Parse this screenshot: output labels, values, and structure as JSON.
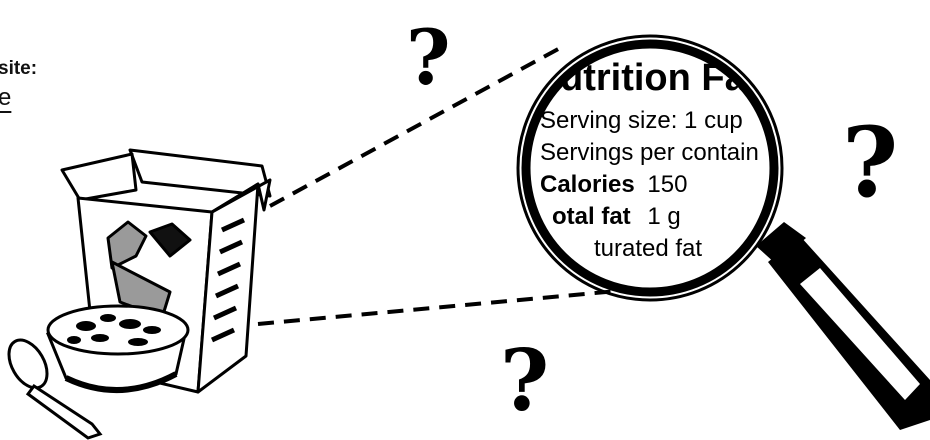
{
  "website": {
    "label": "site:",
    "link": "e"
  },
  "question_marks": [
    "?",
    "?",
    "?"
  ],
  "nutrition_label": {
    "title": "utrition Fact",
    "serving_size": "Serving size: 1 cup",
    "servings_per": "Servings per contain",
    "calories_label": "Calories",
    "calories_value": "150",
    "total_fat_label": "otal fat",
    "total_fat_value": "1 g",
    "saturated_fat": "turated fat"
  }
}
